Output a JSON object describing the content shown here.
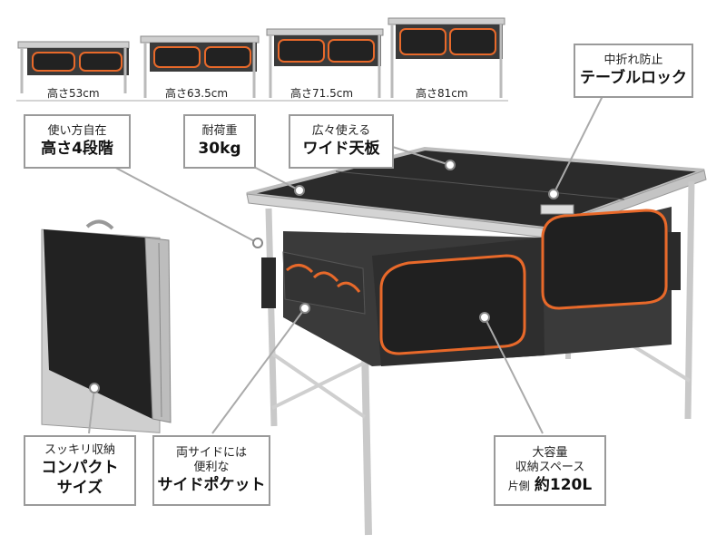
{
  "height_labels": [
    "高さ53cm",
    "高さ63.5cm",
    "高さ71.5cm",
    "高さ81cm"
  ],
  "callouts": {
    "height_adjust": {
      "small": "使い方自在",
      "big": "高さ4段階"
    },
    "load": {
      "small": "耐荷重",
      "big": "30kg"
    },
    "wide": {
      "small": "広々使える",
      "big": "ワイド天板"
    },
    "lock": {
      "small": "中折れ防止",
      "big": "テーブルロック"
    },
    "compact": {
      "small": "スッキリ収納",
      "big1": "コンパクト",
      "big2": "サイズ"
    },
    "side_pocket": {
      "small1": "両サイドには",
      "small2": "便利な",
      "big": "サイドポケット"
    },
    "capacity": {
      "small1": "大容量",
      "small2": "収納スペース",
      "prefix": "片側",
      "big": "約120L"
    }
  },
  "colors": {
    "accent": "#e8692a",
    "tabletop": "#2b2b2b",
    "frame": "#bdbdbd",
    "fabric": "#3a3a3a",
    "callout_border": "#9a9a9a"
  }
}
